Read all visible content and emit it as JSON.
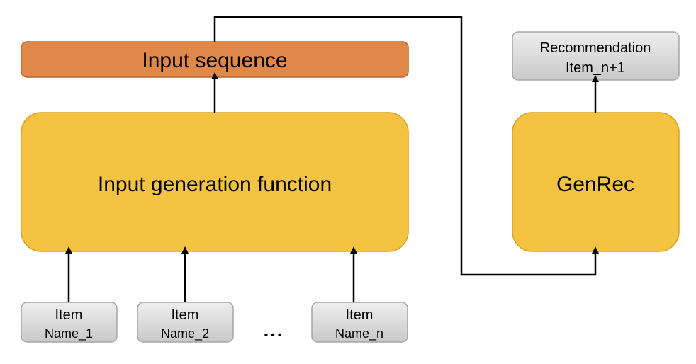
{
  "nodes": {
    "input_sequence": {
      "label": "Input sequence"
    },
    "input_generation": {
      "label": "Input generation function"
    },
    "genrec": {
      "label": "GenRec"
    },
    "recommendation": {
      "line1": "Recommendation",
      "line2": "Item_n+1"
    },
    "items": [
      {
        "line1": "Item",
        "line2": "Name_1"
      },
      {
        "line1": "Item",
        "line2": "Name_2"
      },
      {
        "line1": "Item",
        "line2": "Name_n"
      }
    ],
    "ellipsis": "•••"
  },
  "colors": {
    "orange_fill": "#e0874a",
    "orange_stroke": "#b8672f",
    "yellow_fill": "#f4c342",
    "yellow_stroke": "#d6a21f",
    "gray_fill_top": "#eeeeee",
    "gray_fill_bottom": "#c9c9c9",
    "gray_stroke": "#a6a6a6",
    "arrow": "#000000"
  }
}
